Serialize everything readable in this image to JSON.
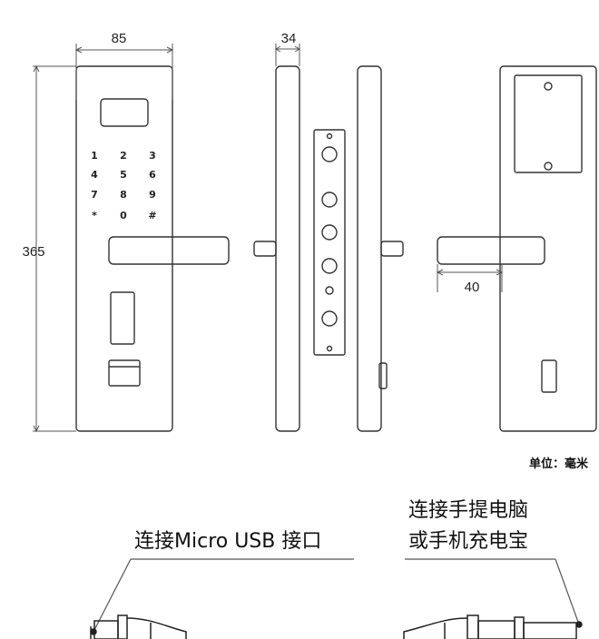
{
  "dimensions": {
    "width": "85",
    "depth": "34",
    "height": "365",
    "handle": "40"
  },
  "keypad": {
    "keys": [
      "1",
      "2",
      "3",
      "4",
      "5",
      "6",
      "7",
      "8",
      "9",
      "*",
      "0",
      "#"
    ]
  },
  "unit_note": "单位：毫米",
  "cable": {
    "left_caption": "连接Micro USB 接口",
    "right_caption_line1": "连接手提电脑",
    "right_caption_line2": "或手机充电宝"
  }
}
